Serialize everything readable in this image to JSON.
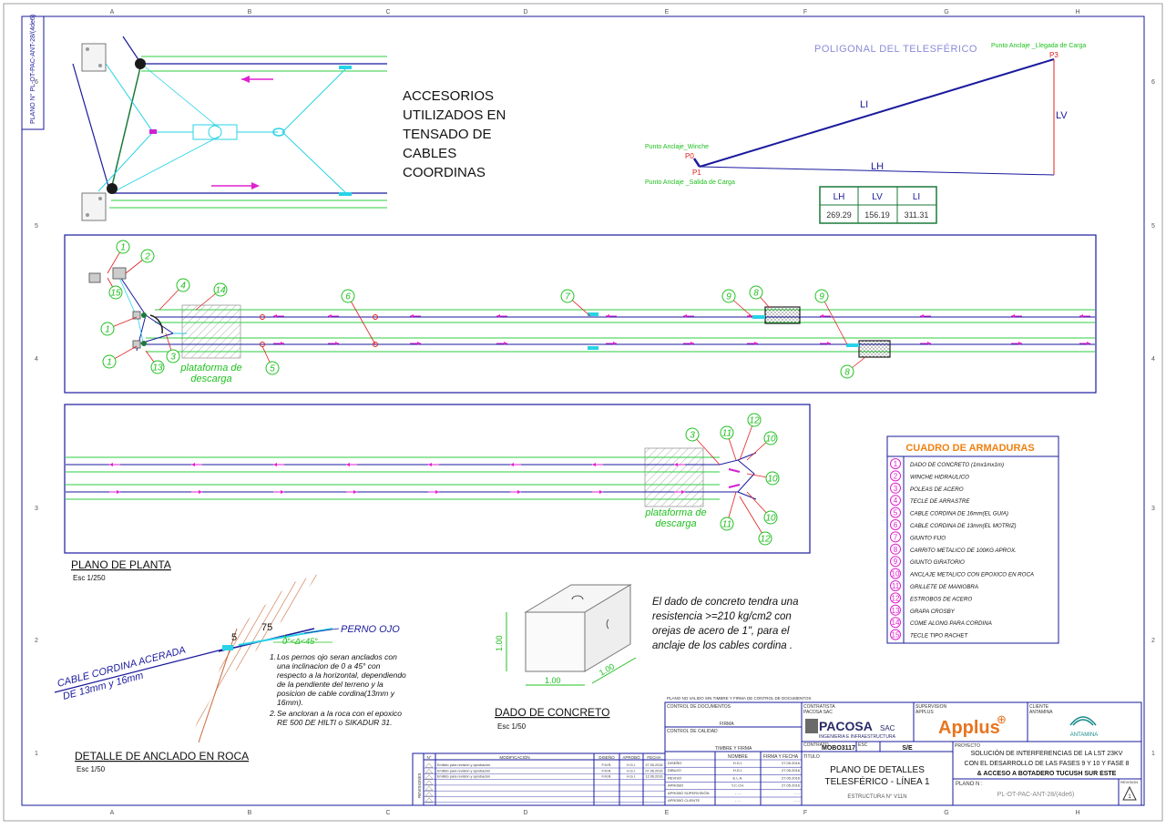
{
  "frame": {
    "cols": [
      "A",
      "B",
      "C",
      "D",
      "E",
      "F",
      "G",
      "H"
    ],
    "rows": [
      "6",
      "5",
      "4",
      "3",
      "2",
      "1"
    ],
    "side_label": "PLANO N°  PL-OT-PAC-ANT-28/(4de6)"
  },
  "accesorios": {
    "title_lines": [
      "ACCESORIOS",
      "UTILIZADOS EN",
      "TENSADO DE",
      "CABLES",
      "COORDINAS"
    ]
  },
  "poligonal": {
    "title": "POLIGONAL DEL TELESFÉRICO",
    "p3": "P3",
    "p3_label": "Punto Anclaje _Llegada de Carga",
    "p0": "P0",
    "p0_label": "Punto Anclaje_Winche",
    "p1": "P1",
    "p1_label": "Punto Anclaje _Salida de Carga",
    "li": "LI",
    "lv": "LV",
    "lh": "LH",
    "table_headers": [
      "LH",
      "LV",
      "LI"
    ],
    "table_values": [
      "269.29",
      "156.19",
      "311.31"
    ]
  },
  "planta": {
    "title": "PLANO DE PLANTA",
    "scale": "Esc 1/250",
    "platform_line1": "plataforma de",
    "platform_line2": "descarga",
    "top_callouts": [
      "1",
      "2",
      "15",
      "4",
      "14",
      "6",
      "7",
      "9",
      "8",
      "9",
      "1",
      "3",
      "1",
      "13",
      "5",
      "8"
    ],
    "bottom_callouts": [
      "3",
      "11",
      "12",
      "10",
      "10",
      "10",
      "11",
      "12"
    ]
  },
  "cuadro": {
    "title": "CUADRO DE ARMADURAS",
    "items": [
      {
        "n": "1",
        "text": "DADO DE CONCRETO (1mx1mx1m)"
      },
      {
        "n": "2",
        "text": "WINCHE HIDRAULICO"
      },
      {
        "n": "3",
        "text": "POLEAS DE ACERO"
      },
      {
        "n": "4",
        "text": "TECLE DE ARRASTRE"
      },
      {
        "n": "5",
        "text": "CABLE CORDINA DE 16mm(EL GUIA)"
      },
      {
        "n": "6",
        "text": "CABLE CORDINA DE 13mm(EL   MOTRIZ)"
      },
      {
        "n": "7",
        "text": "GIUNTO FIJO"
      },
      {
        "n": "8",
        "text": "CARRITO METALICO DE 100KG APROX."
      },
      {
        "n": "9",
        "text": "GIUNTO GIRATORIO"
      },
      {
        "n": "10",
        "text": "ANCLAJE METALICO CON EPOXICO EN ROCA"
      },
      {
        "n": "11",
        "text": "GRILLETE DE MANIOBRA"
      },
      {
        "n": "12",
        "text": "ESTROBOS DE ACERO"
      },
      {
        "n": "13",
        "text": "GRAPA CROSBY"
      },
      {
        "n": "14",
        "text": "COME ALONG PARA CORDINA"
      },
      {
        "n": "15",
        "text": "TECLE TIPO RACHET"
      }
    ]
  },
  "anclado": {
    "title": "DETALLE DE ANCLADO EN ROCA",
    "scale": "Esc 1/50",
    "perno": "PERNO OJO",
    "angle": "0°<Δ<45°",
    "dim1": "5",
    "dim2": "75",
    "cable_line1": "CABLE CORDINA ACERADA",
    "cable_line2": "DE 13mm y 16mm",
    "notes": [
      "Los pernos ojo seran anclados con",
      "una inclinacion de 0 a 45° con",
      "respecto a la horizontal, dependiendo",
      "de la pendiente del terreno y la",
      "posicion de cable cordina(13mm y",
      "16mm)."
    ],
    "note2": [
      "Se ancloran a la roca con el epoxico",
      "RE 500 DE HILTI o SIKADUR 31."
    ],
    "note_nums": [
      "1.",
      "2."
    ]
  },
  "dado": {
    "title": "DADO DE CONCRETO",
    "scale": "Esc 1/50",
    "dim_h": "1.00",
    "dim_w": "1.00",
    "dim_d": "1.00",
    "text_lines": [
      "El dado de concreto tendra una",
      "resistencia >=210 kg/cm2 con",
      "orejas de acero de 1\", para el",
      "anclaje de los cables cordina ."
    ]
  },
  "titleblock": {
    "note": "PLANO NO VALIDO SIN TIMBRE Y FIRMA DE CONTROL DE DOCUMENTOS",
    "control_doc": "CONTROL DE DOCUMENTOS",
    "firma": "FIRMA",
    "control_calidad": "CONTROL DE CALIDAD",
    "timbre": "TIMBRE Y FIRMA",
    "contratista": "CONTRATISTA",
    "contratista_val": "PACOSA SAC",
    "pacosa": "PACOSA",
    "pacosa_sac": "SAC",
    "pacosa_sub": "INGENIERIA E INFRAESTRUCTURA",
    "supervision": "SUPERVISION",
    "supervision_val": "APPLUS",
    "applus": "Applus",
    "cliente": "CLIENTE",
    "cliente_val": "ANTAMINA",
    "antamina": "ANTAMINA",
    "contrato_lbl": "CONTRATO",
    "contrato": "MOBO3117",
    "esc_lbl": "ESC",
    "esc": "S/E",
    "titulo_lbl": "TITULO",
    "titulo1": "PLANO DE DETALLES",
    "titulo2": "TELESFÉRICO - LÍNEA 1",
    "estructura": "ESTRUCTURA  N°   V11N",
    "proyecto_lbl": "PROYECTO",
    "proyecto1": "SOLUCIÓN DE INTERFERENCIAS DE LA LST 23KV",
    "proyecto2": "CON EL DESARROLLO DE LAS FASES 9 Y 10 Y FASE 8",
    "proyecto3": "& ACCESO A BOTADERO TUCUSH SUR ESTE",
    "plano_lbl": "PLANO N :",
    "plano": "PL-OT-PAC-ANT-28/(4de6)",
    "revision_lbl": "REVISION",
    "revision": "1",
    "rev_headers": [
      "N°",
      "MODIFICACIÓN",
      "DISEÑO",
      "APROBÓ",
      "FECHA"
    ],
    "rev_rows": [
      [
        "Emitido para revisión y aprobación",
        "F.M.R.",
        "H.G.I.",
        "27.05.2016"
      ],
      [
        "Emitido para revisión y aprobación",
        "F.M.R.",
        "H.G.I.",
        "07.06.2016"
      ],
      [
        "Emitido para revisión y aprobación",
        "F.M.R.",
        "H.G.I.",
        "12.06.2016"
      ]
    ],
    "revisiones": "REVISIONES",
    "sig_headers": [
      "NOMBRE",
      "FIRMA Y FECHA"
    ],
    "sig_rows": [
      [
        "DISEÑO",
        "H.G.I.",
        "27.05.2016"
      ],
      [
        "DIBUJO",
        "H.G.I.",
        "27.05.2016"
      ],
      [
        "REVISÓ",
        "E.L.A.",
        "27.05.2016"
      ],
      [
        "APROBÓ",
        "Y.C.CH.",
        "27.05.2016"
      ],
      [
        "APROBÓ SUPERVISIÓN",
        "- - -",
        "- - -"
      ],
      [
        "APROBÓ CLIENTE",
        "- - -",
        "- - -"
      ]
    ]
  }
}
